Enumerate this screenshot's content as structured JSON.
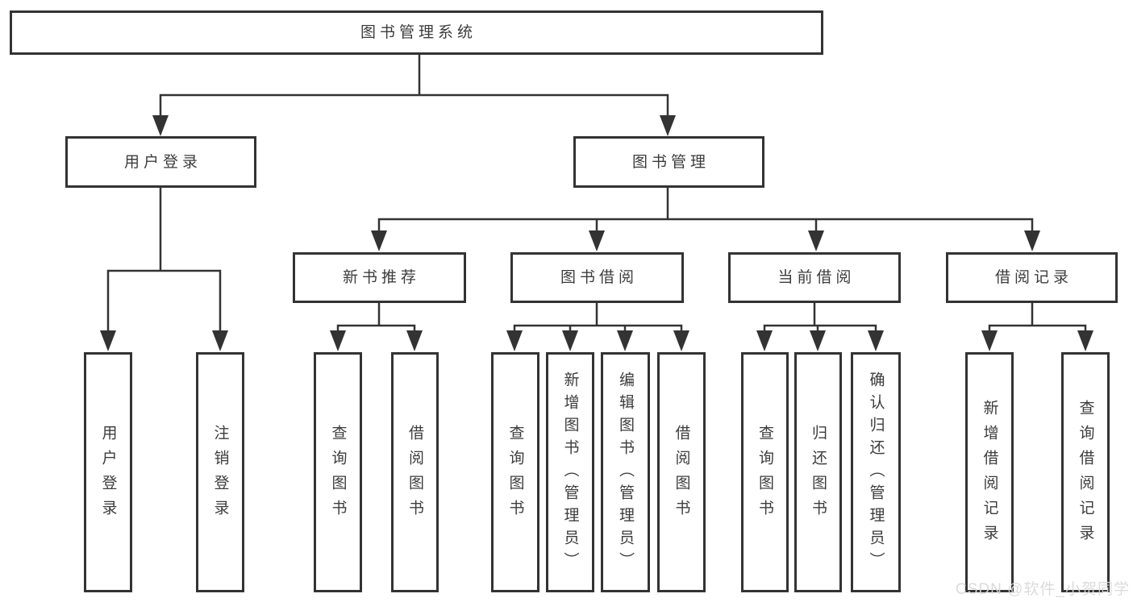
{
  "colors": {
    "line": "#333333",
    "text": "#3c3c3c",
    "background": "#ffffff",
    "watermark": "#d8d8d8"
  },
  "watermark": {
    "text": "CSDN @软件_小贺同学"
  },
  "tree": {
    "label": "图书管理系统",
    "children": [
      {
        "label": "用户登录",
        "children": [
          {
            "label": "用户登录"
          },
          {
            "label": "注销登录"
          }
        ]
      },
      {
        "label": "图书管理",
        "children": [
          {
            "label": "新书推荐",
            "children": [
              {
                "label": "查询图书"
              },
              {
                "label": "借阅图书"
              }
            ]
          },
          {
            "label": "图书借阅",
            "children": [
              {
                "label": "查询图书"
              },
              {
                "label": "新增图书（管理员）"
              },
              {
                "label": "编辑图书（管理员）"
              },
              {
                "label": "借阅图书"
              }
            ]
          },
          {
            "label": "当前借阅",
            "children": [
              {
                "label": "查询图书"
              },
              {
                "label": "归还图书"
              },
              {
                "label": "确认归还（管理员）"
              }
            ]
          },
          {
            "label": "借阅记录",
            "children": [
              {
                "label": "新增借阅记录"
              },
              {
                "label": "查询借阅记录"
              }
            ]
          }
        ]
      }
    ]
  }
}
